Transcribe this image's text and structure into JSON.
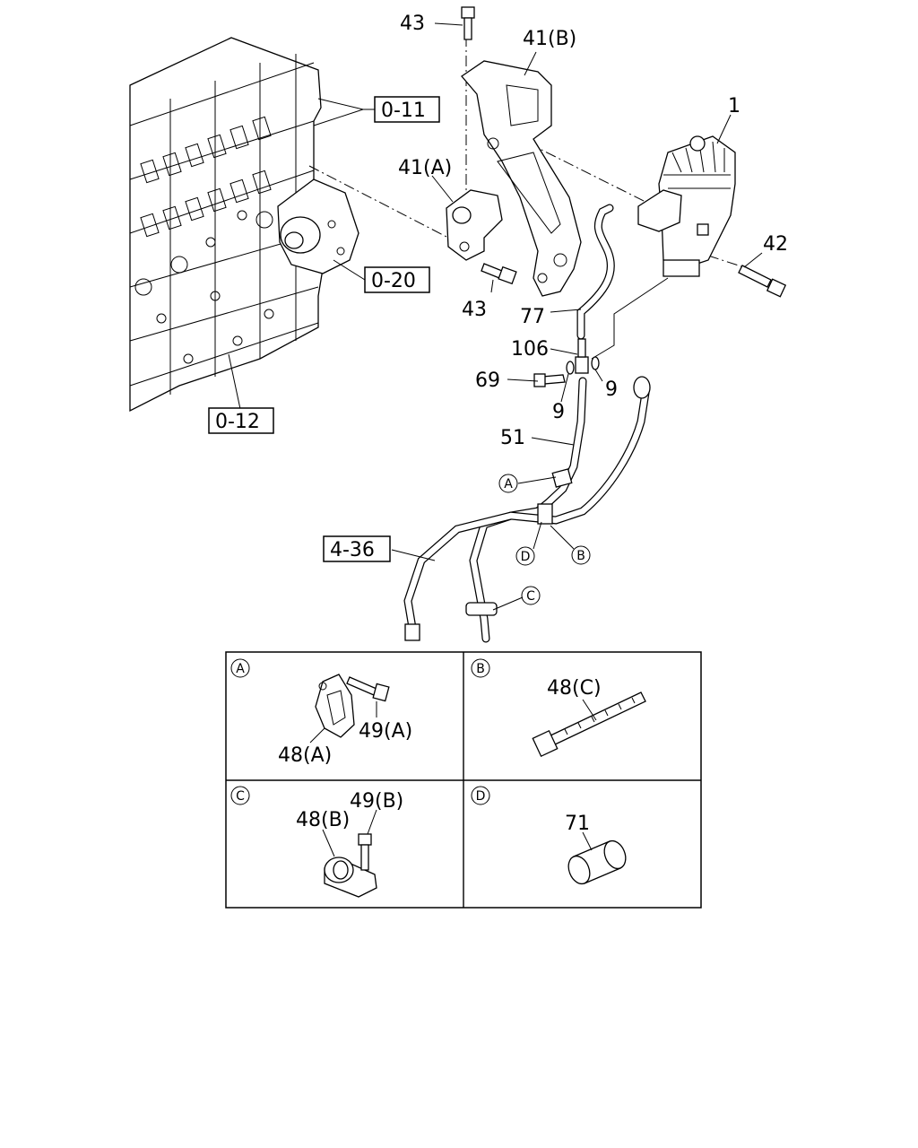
{
  "labels": {
    "p43_top": "43",
    "p41b": "41(B)",
    "p1": "1",
    "p41a": "41(A)",
    "p42": "42",
    "p43_bottom": "43",
    "p77": "77",
    "p106": "106",
    "p69": "69",
    "p9_right": "9",
    "p9_left": "9",
    "p51": "51"
  },
  "refs": {
    "r011": "0-11",
    "r020": "0-20",
    "r012": "0-12",
    "r436": "4-36"
  },
  "callouts": {
    "a": "A",
    "b": "B",
    "c": "C",
    "d": "D"
  },
  "detail_panels": {
    "a": {
      "letter": "A",
      "part1": "49(A)",
      "part2": "48(A)"
    },
    "b": {
      "letter": "B",
      "part1": "48(C)"
    },
    "c": {
      "letter": "C",
      "part1": "49(B)",
      "part2": "48(B)"
    },
    "d": {
      "letter": "D",
      "part1": "71"
    }
  }
}
